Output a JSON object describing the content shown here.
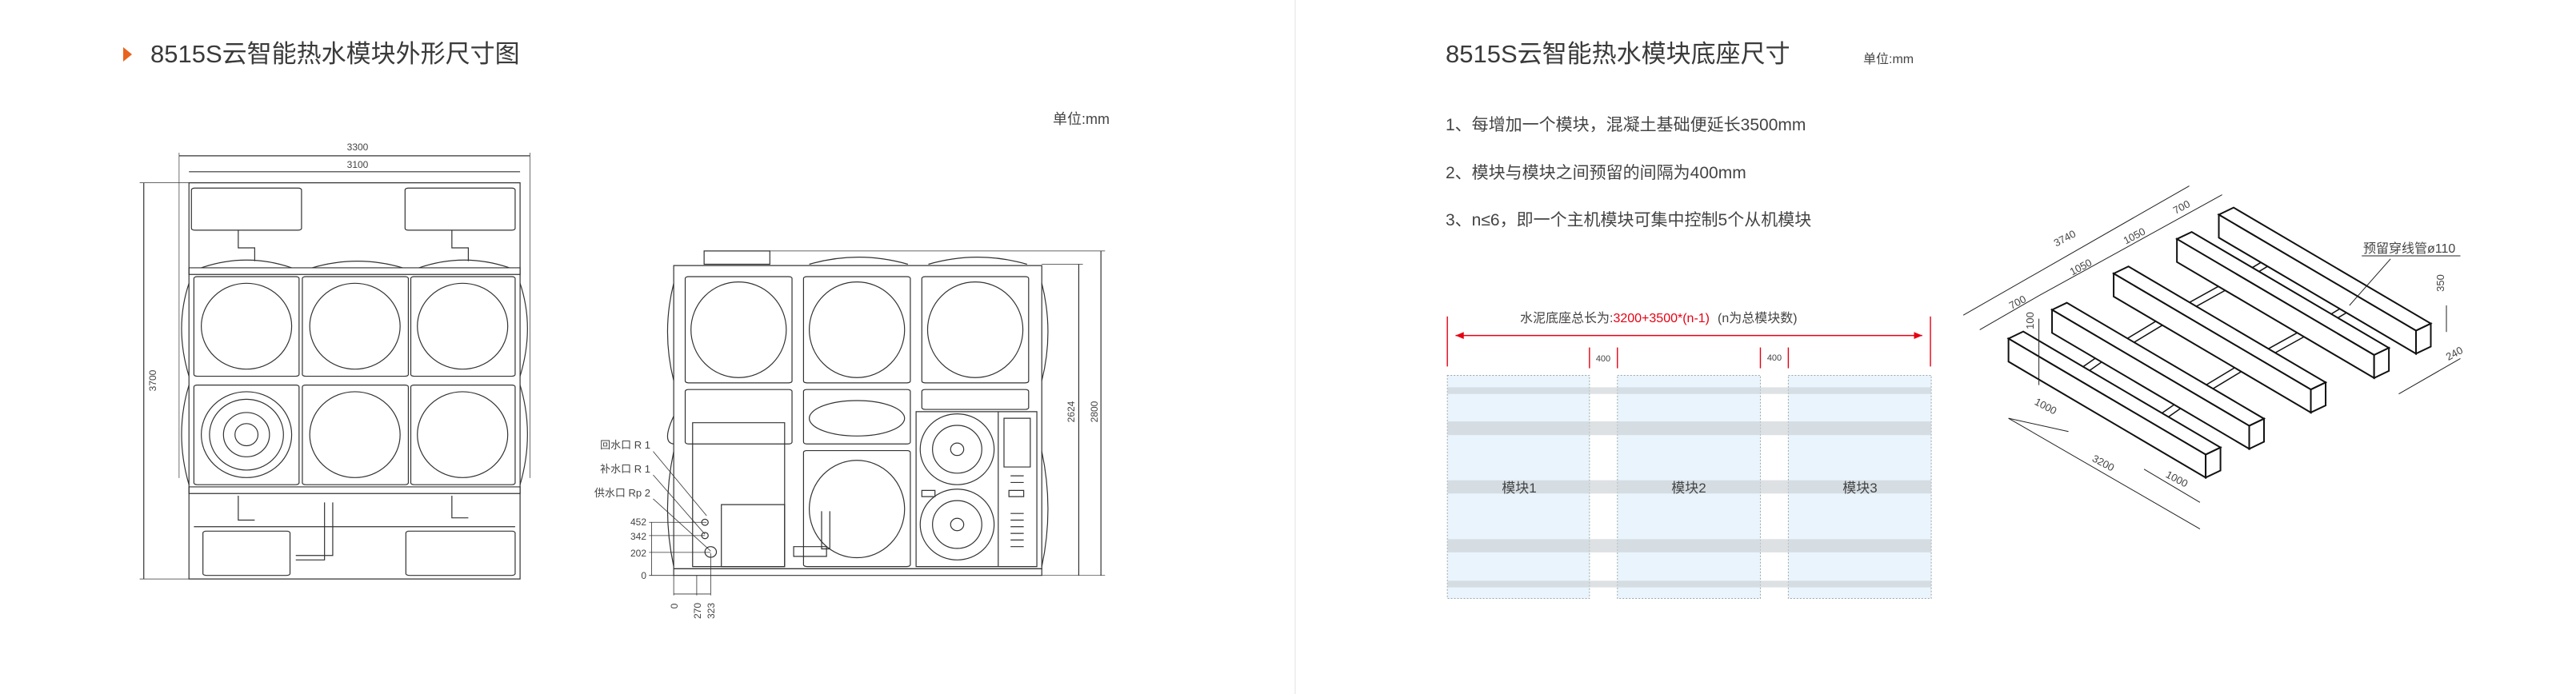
{
  "left": {
    "title": "8515S云智能热水模块外形尺寸图",
    "unit": "单位:mm",
    "accent_color": "#e8641e",
    "front_view": {
      "width_outer": "3300",
      "width_inner": "3100",
      "height": "3700"
    },
    "side_view": {
      "height_frame": "2624",
      "height_total": "2800",
      "ports": [
        "回水口 R 1",
        "补水口 R 1",
        "供水口 Rp 2"
      ],
      "port_heights": [
        "452",
        "342",
        "202",
        "0"
      ],
      "port_offsets": [
        "0",
        "270",
        "323"
      ]
    }
  },
  "right": {
    "title": "8515S云智能热水模块底座尺寸",
    "unit": "单位:mm",
    "notes": [
      "1、每增加一个模块，混凝土基础便延长3500mm",
      "2、模块与模块之间预留的间隔为400mm",
      "3、n≤6，即一个主机模块可集中控制5个从机模块"
    ],
    "base_plan": {
      "total_label_prefix": "水泥底座总长为:",
      "total_formula": "3200+3500*(n-1)",
      "total_suffix": "(n为总模块数)",
      "gap_labels": [
        "400",
        "400"
      ],
      "modules": [
        "模块1",
        "模块2",
        "模块3"
      ],
      "formula_color": "#e60012"
    },
    "iso_view": {
      "dims": [
        "3740",
        "700",
        "1050",
        "1050",
        "700",
        "100",
        "1000",
        "3200",
        "1000",
        "350",
        "240"
      ],
      "pipe_label": "预留穿线管ø110"
    }
  }
}
